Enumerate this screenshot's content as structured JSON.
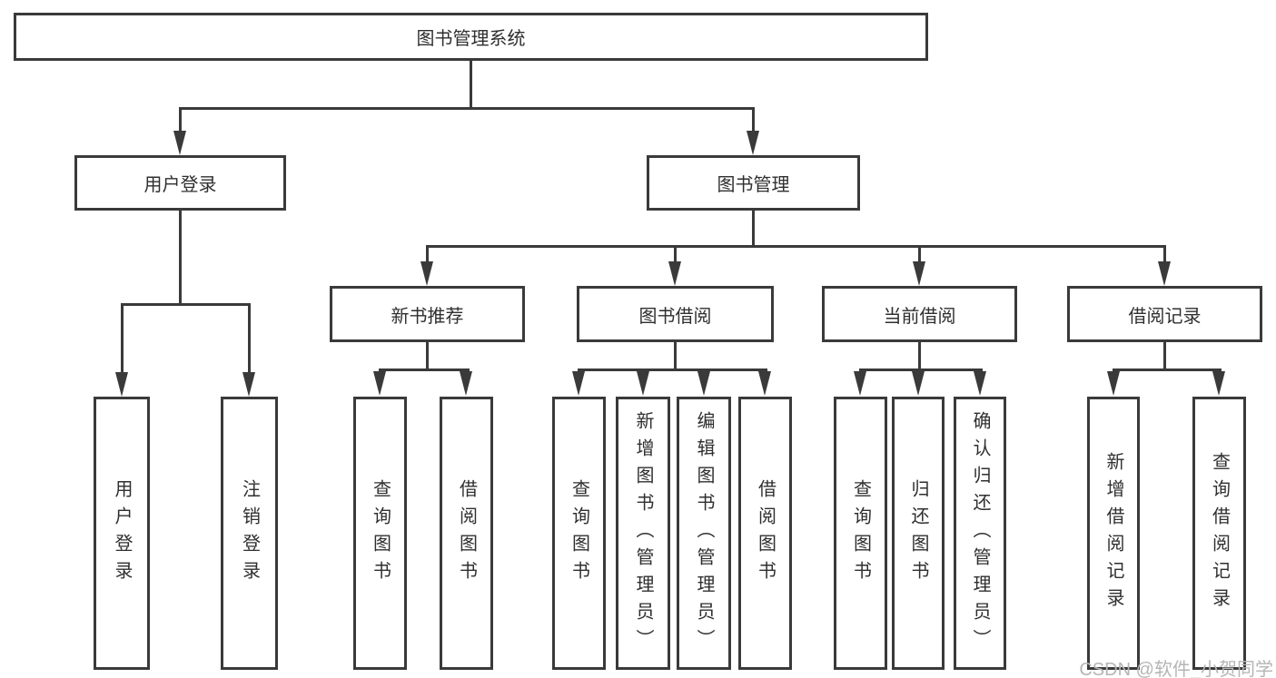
{
  "tree": {
    "label": "图书管理系统",
    "children": [
      {
        "label": "用户登录",
        "children": [
          {
            "label": "用户登录"
          },
          {
            "label": "注销登录"
          }
        ]
      },
      {
        "label": "图书管理",
        "children": [
          {
            "label": "新书推荐",
            "children": [
              {
                "label": "查询图书"
              },
              {
                "label": "借阅图书"
              }
            ]
          },
          {
            "label": "图书借阅",
            "children": [
              {
                "label": "查询图书"
              },
              {
                "label": "新增图书（管理员）"
              },
              {
                "label": "编辑图书（管理员）"
              },
              {
                "label": "借阅图书"
              }
            ]
          },
          {
            "label": "当前借阅",
            "children": [
              {
                "label": "查询图书"
              },
              {
                "label": "归还图书"
              },
              {
                "label": "确认归还（管理员）"
              }
            ]
          },
          {
            "label": "借阅记录",
            "children": [
              {
                "label": "新增借阅记录"
              },
              {
                "label": "查询借阅记录"
              }
            ]
          }
        ]
      }
    ]
  },
  "watermark": {
    "text": "CSDN @软件_小贺同学"
  },
  "colors": {
    "line": "#3a3a3a",
    "text": "#2f2f2f",
    "background": "#ffffff",
    "watermark": "#b5b5b5"
  }
}
